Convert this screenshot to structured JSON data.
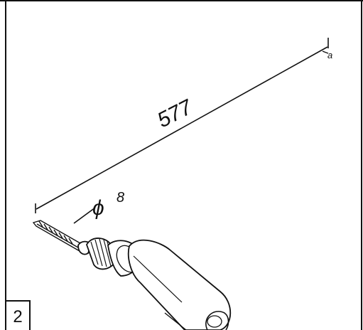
{
  "step": {
    "number": "2"
  },
  "dimensions": {
    "length": "577",
    "diameter_symbol": "ϕ",
    "diameter_value": "8",
    "end_mark": "a"
  }
}
